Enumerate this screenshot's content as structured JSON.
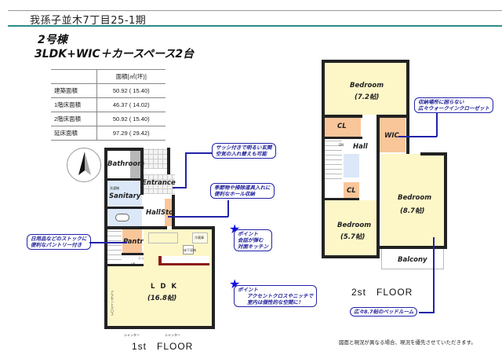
{
  "header": {
    "site_name": "我孫子並木7丁目25-1期",
    "building": "2号棟",
    "plan": "3LDK+WIC＋カースペース2台"
  },
  "area_table": {
    "header": "面積[㎡(坪)]",
    "rows": [
      {
        "label": "建築面積",
        "value": "50.92 ( 15.40)"
      },
      {
        "label": "1階床面積",
        "value": "46.37 ( 14.02)"
      },
      {
        "label": "2階床面積",
        "value": "50.92 ( 15.40)"
      },
      {
        "label": "延床面積",
        "value": "97.29 ( 29.42)"
      }
    ]
  },
  "floor1": {
    "title": "1st　FLOOR",
    "rooms": {
      "bathroom": "Bathroom",
      "entrance": "Entrance",
      "sanitary": "Sanitary",
      "sanitary_sub": "洗濯機",
      "hall": "Hall",
      "storage": "Sto.",
      "pantry": "Pantry",
      "niche": "ニッチ",
      "up": "UP",
      "fridge": "冷蔵庫",
      "floor_storage": "床下収納",
      "ldk": "L D K",
      "ldk_size": "(16.8帖)",
      "accent": "アクセントクロス",
      "shutter1": "シャッター",
      "shutter2": "シャッター"
    }
  },
  "floor2": {
    "title": "2st　FLOOR",
    "rooms": {
      "bedroom1": "Bedroom",
      "bedroom1_size": "(7.2帖)",
      "cl1": "CL",
      "wic": "WIC",
      "hall": "Hall",
      "dn": "DN",
      "cl2": "CL",
      "bedroom2": "Bedroom",
      "bedroom2_size": "(5.7帖)",
      "bedroom3": "Bedroom",
      "bedroom3_size": "(8.7帖)",
      "balcony": "Balcony"
    }
  },
  "callouts": {
    "entrance_line1": "サッシ付きで明るい玄関",
    "entrance_line2": "空気の入れ替えも可能",
    "storage_line1": "季節物や掃除道具入れに",
    "storage_line2": "便利なホール収納",
    "pantry_line1": "日用品などのストックに",
    "pantry_line2": "便利なパントリー付き",
    "kitchen_line1": "ポイント",
    "kitchen_line2": "会話が弾む",
    "kitchen_line3": "対面キッチン",
    "accent_line1": "ポイント",
    "accent_line2": "アクセントクロスやニッチで",
    "accent_line3": "室内は個性的な空間に！",
    "wic_line1": "収納場所に困らない",
    "wic_line2": "広々ウォークインクローゼット",
    "bedroom_line1": "広々8.7帖のベッドルーム"
  },
  "footer_note": "図面と現況が異なる場合、現況を優先させていただきます。",
  "colors": {
    "teal_rule": "#2e8b8b",
    "callout_blue": "#2222aa",
    "room_yellow": "#fdf7c8",
    "storage_orange": "#f9c69a",
    "wet_blue": "#dce8f8",
    "kitchen_red": "#8b1a1a"
  }
}
